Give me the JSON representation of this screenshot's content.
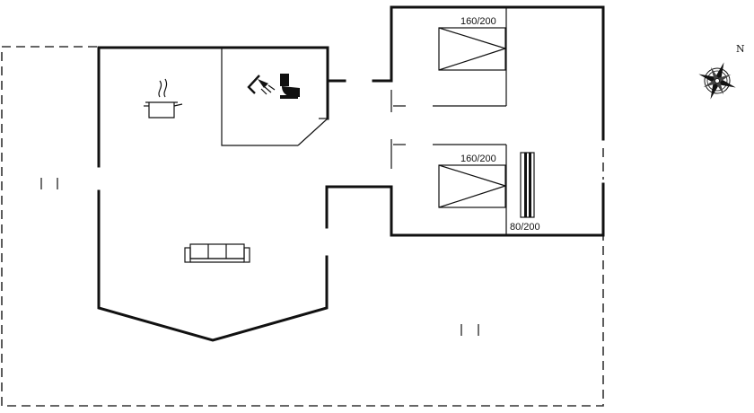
{
  "bed_labels": {
    "top_bed": "160/200",
    "middle_bed": "160/200",
    "single_bed": "80/200"
  },
  "compass": {
    "north_letter": "N"
  },
  "icons": [
    "cooking-pot-icon",
    "shower-icon",
    "toilet-icon",
    "sofa-icon",
    "compass-rose-icon"
  ]
}
